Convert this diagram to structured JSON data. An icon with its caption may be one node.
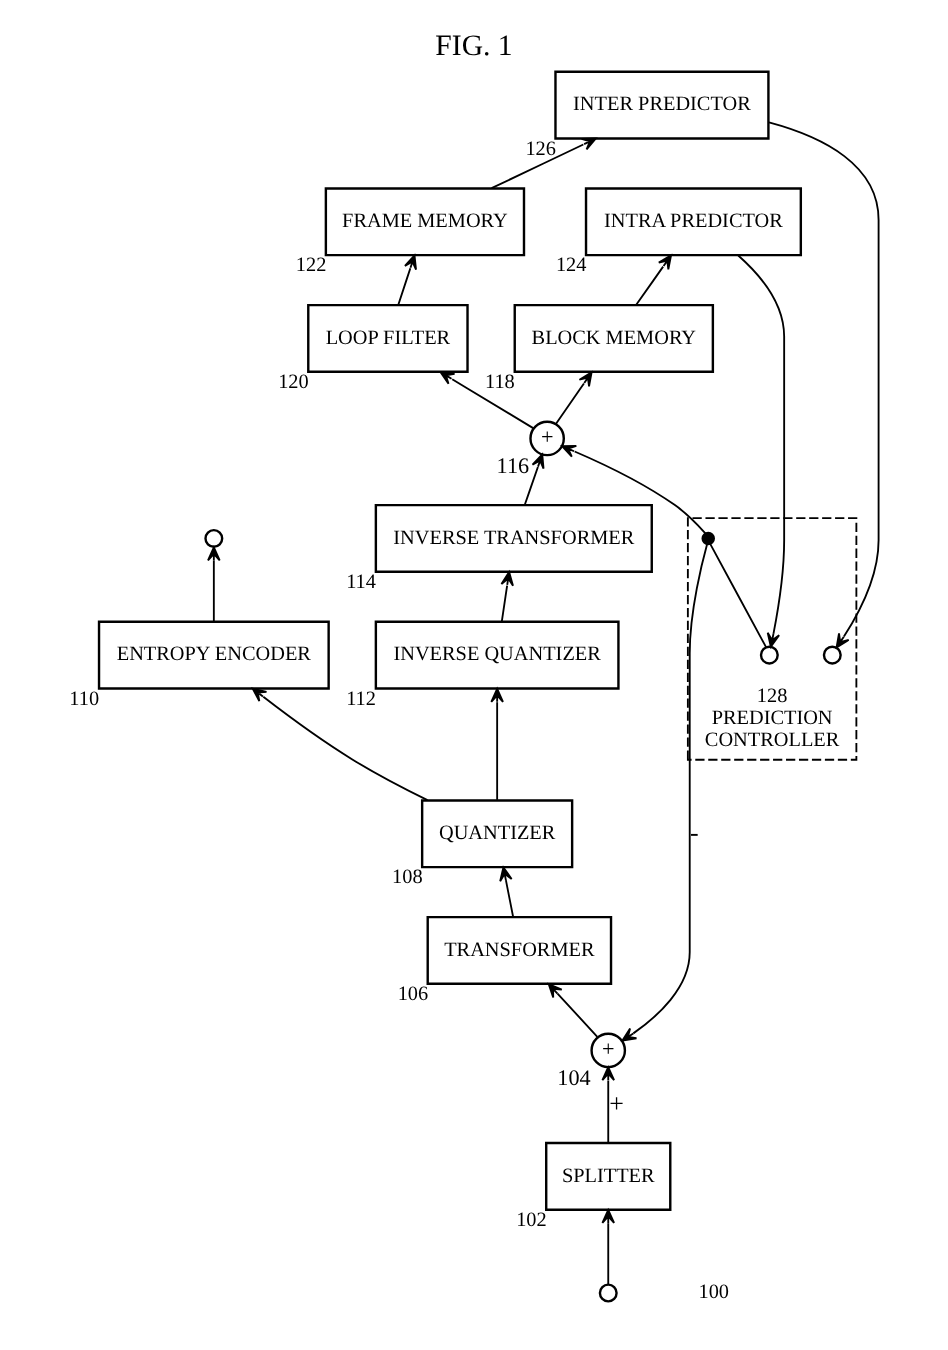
{
  "diagram": {
    "title": "FIG. 1",
    "nodes": [
      {
        "text": [],
        "shape": "circle"
      },
      {
        "text": [
          "SPLITTER"
        ],
        "beside": [
          "102"
        ]
      },
      {
        "text": [
          "+"
        ],
        "beside": [
          "104"
        ]
      },
      {
        "text": [
          "TRANSFORMER"
        ],
        "beside": [
          "106"
        ]
      },
      {
        "text": [
          "QUANTIZER"
        ],
        "beside": [
          "108"
        ]
      },
      {
        "text": [
          "ENTROPY ENCODER"
        ],
        "beside": [
          "110"
        ]
      },
      {
        "text": [],
        "shape": "circle"
      },
      {
        "text": [
          "INVERSE QUANTIZER"
        ],
        "beside": [
          "112"
        ]
      },
      {
        "text": [
          "INVERSE TRANSFORMER"
        ],
        "beside": [
          "114"
        ]
      },
      {
        "text": [
          "+"
        ],
        "beside": [
          "116"
        ]
      },
      {
        "text": [
          "LOOP FILTER"
        ],
        "beside": [
          "120"
        ]
      },
      {
        "text": [
          "BLOCK MEMORY"
        ],
        "beside": [
          "118"
        ]
      },
      {
        "text": [
          "FRAME MEMORY"
        ],
        "beside": [
          "122"
        ]
      },
      {
        "text": [
          "INTRA PREDICTOR"
        ],
        "beside": [
          "124"
        ]
      },
      {
        "text": [
          "INTER PREDICTOR"
        ],
        "beside": [
          "126"
        ]
      },
      {
        "text": [
          "PREDICTION CONTROLLER"
        ],
        "beside": [
          "128"
        ]
      },
      {
        "text": [],
        "shape": "circle",
        "in": 15
      },
      {
        "text": [],
        "shape": "circle",
        "in": 15
      },
      {
        "text": [],
        "shape": "circle",
        "in": 15
      }
    ],
    "edges": [
      {
        "from": 0,
        "to": 1,
        "arrow": "to"
      },
      {
        "from": 1,
        "to": 2,
        "arrow": "to",
        "label": "+"
      },
      {
        "from": 2,
        "to": 3,
        "arrow": "to"
      },
      {
        "from": 3,
        "to": 4,
        "arrow": "to"
      },
      {
        "from": 4,
        "to": 5,
        "arrow": "to"
      },
      {
        "from": 5,
        "to": 6,
        "arrow": "to"
      },
      {
        "from": 4,
        "to": 7,
        "arrow": "to"
      },
      {
        "from": 7,
        "to": 8,
        "arrow": "to"
      },
      {
        "from": 8,
        "to": 9,
        "arrow": "to"
      },
      {
        "from": 9,
        "to": 10,
        "arrow": "to"
      },
      {
        "from": 9,
        "to": 11,
        "arrow": "to"
      },
      {
        "from": 10,
        "to": 12,
        "arrow": "to"
      },
      {
        "from": 11,
        "to": 13,
        "arrow": "to"
      },
      {
        "from": 12,
        "to": 14,
        "arrow": "to"
      },
      {
        "from": 13,
        "to": 16,
        "arrow": "to"
      },
      {
        "from": 14,
        "to": 17,
        "arrow": "to"
      },
      {
        "from": 16,
        "to": 18,
        "arrow": "none"
      },
      {
        "from": 18,
        "to": 2,
        "arrow": "to",
        "label": "-"
      },
      {
        "from": 18,
        "to": 9,
        "arrow": "to"
      }
    ],
    "labels": [
      "100"
    ]
  }
}
